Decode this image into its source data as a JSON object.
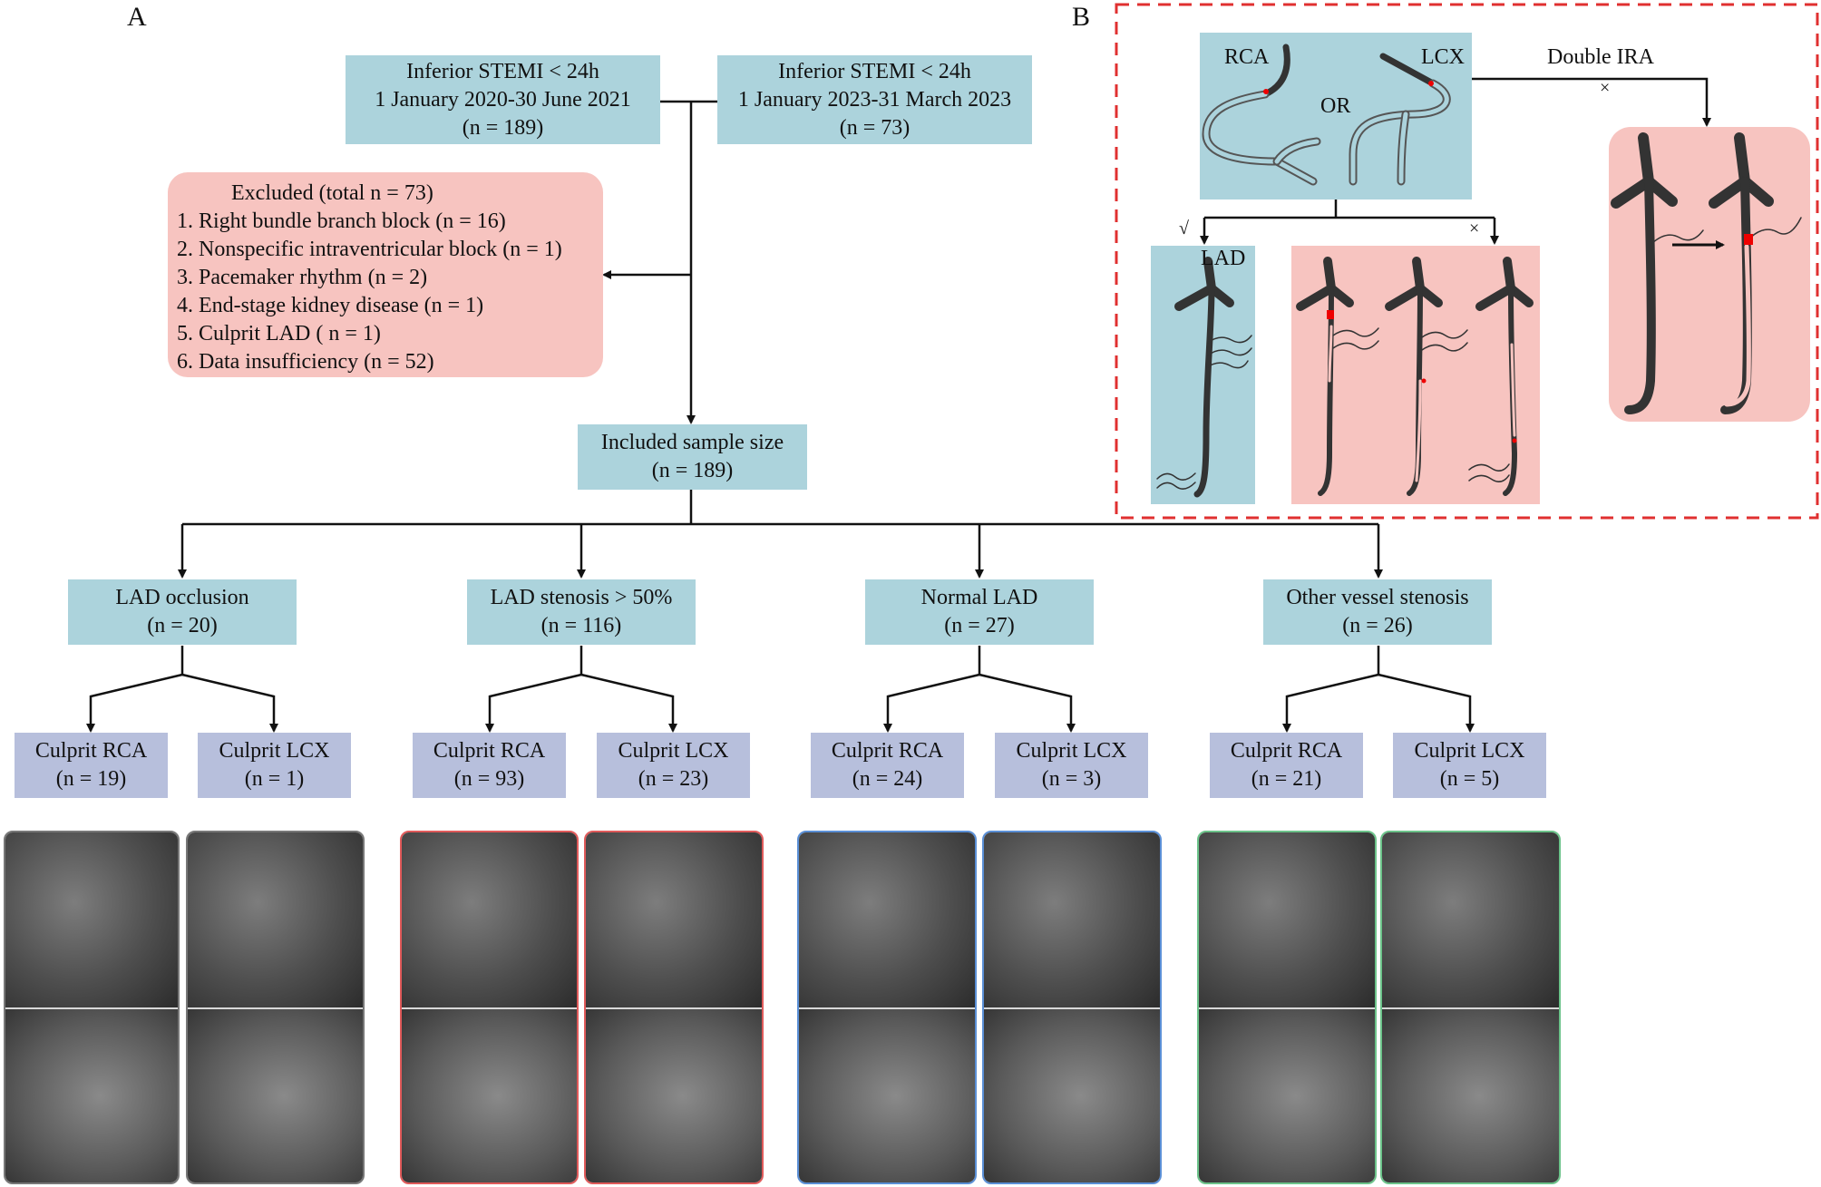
{
  "panels": {
    "a": "A",
    "b": "B"
  },
  "flow": {
    "cohort1": {
      "l1": "Inferior STEMI < 24h",
      "l2": "1 January 2020-30 June 2021",
      "l3": "(n = 189)"
    },
    "cohort2": {
      "l1": "Inferior STEMI < 24h",
      "l2": "1 January 2023-31 March 2023",
      "l3": "(n = 73)"
    },
    "excluded": {
      "title": "Excluded (total n = 73)",
      "items": [
        "1. Right bundle branch block (n = 16)",
        "2. Nonspecific intraventricular block (n = 1)",
        "3. Pacemaker rhythm (n = 2)",
        "4. End-stage kidney disease (n = 1)",
        "5. Culprit LAD ( n = 1)",
        "6. Data insufficiency (n = 52)"
      ]
    },
    "included": {
      "l1": "Included sample size",
      "l2": "(n = 189)"
    },
    "groups": [
      {
        "l1": "LAD occlusion",
        "l2": "(n = 20)",
        "rca": {
          "l1": "Culprit RCA",
          "l2": "(n = 19)"
        },
        "lcx": {
          "l1": "Culprit LCX",
          "l2": "(n = 1)"
        }
      },
      {
        "l1": "LAD stenosis > 50%",
        "l2": "(n = 116)",
        "rca": {
          "l1": "Culprit RCA",
          "l2": "(n = 93)"
        },
        "lcx": {
          "l1": "Culprit LCX",
          "l2": "(n = 23)"
        }
      },
      {
        "l1": "Normal LAD",
        "l2": "(n = 27)",
        "rca": {
          "l1": "Culprit RCA",
          "l2": "(n = 24)"
        },
        "lcx": {
          "l1": "Culprit LCX",
          "l2": "(n = 3)"
        }
      },
      {
        "l1": "Other vessel stenosis",
        "l2": "(n = 26)",
        "rca": {
          "l1": "Culprit RCA",
          "l2": "(n = 21)"
        },
        "lcx": {
          "l1": "Culprit LCX",
          "l2": "(n = 5)"
        }
      }
    ]
  },
  "panel_b": {
    "rca": "RCA",
    "lcx": "LCX",
    "or": "OR",
    "double_ira": "Double IRA",
    "cross_a": "×",
    "cross_b": "×",
    "check": "√",
    "lad": "LAD"
  },
  "colors": {
    "teal_box": "#acd3dc",
    "lavender_box": "#b7bfdc",
    "pink_box": "#f7c4c0",
    "dashed_border": "#e03030",
    "frame_gray": "#777777",
    "frame_red": "#e05a5a",
    "frame_blue": "#5a8fd6",
    "frame_green": "#6cc38a"
  }
}
